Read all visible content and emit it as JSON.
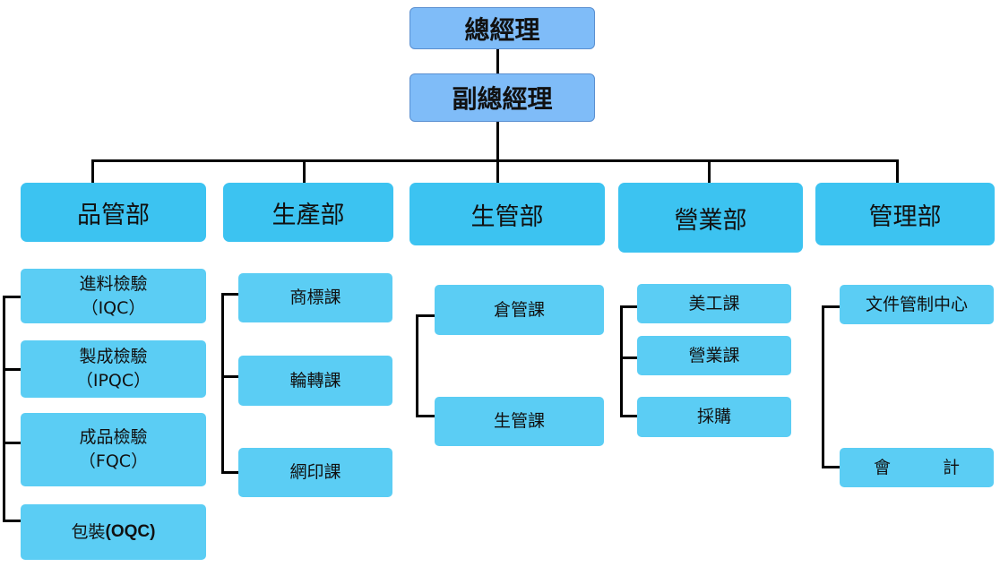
{
  "top": {
    "general_manager": "總經理",
    "deputy_general_manager": "副總經理"
  },
  "departments": {
    "quality": "品管部",
    "production": "生產部",
    "production_control": "生管部",
    "sales": "營業部",
    "management": "管理部"
  },
  "quality_units": {
    "iqc_name": "進料檢驗",
    "iqc_code": "（IQC）",
    "ipqc_name": "製成檢驗",
    "ipqc_code": "（IPQC）",
    "fqc_name": "成品檢驗",
    "fqc_code": "（FQC）",
    "oqc_name": "包裝",
    "oqc_code": "(OQC)"
  },
  "production_units": [
    "商標課",
    "輪轉課",
    "網印課"
  ],
  "production_control_units": [
    "倉管課",
    "生管課"
  ],
  "sales_units": [
    "美工課",
    "營業課",
    "採購"
  ],
  "management_units": {
    "doc_control": "文件管制中心",
    "accounting_left": "會",
    "accounting_right": "計"
  }
}
